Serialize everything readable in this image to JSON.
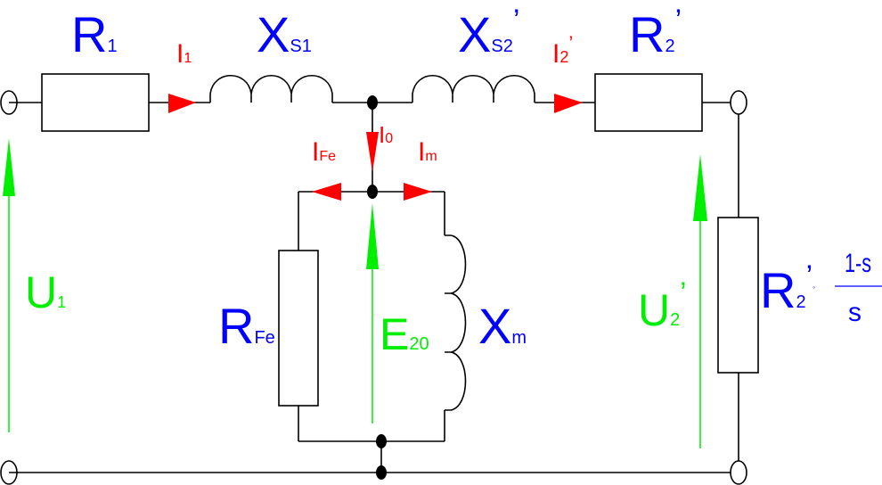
{
  "colors": {
    "component_labels": "#0000ff",
    "currents": "#ff0000",
    "voltages": "#00ee00",
    "wires": "#000000"
  },
  "components": {
    "r1": {
      "main": "R",
      "sub": "1"
    },
    "xs1": {
      "main": "X",
      "sub": "S1"
    },
    "xs2": {
      "main": "X",
      "sub": "S2",
      "prime": "’"
    },
    "r2": {
      "main": "R",
      "sub": "2",
      "prime": "’"
    },
    "rfe": {
      "main": "R",
      "sub": "Fe"
    },
    "xm": {
      "main": "X",
      "sub": "m"
    },
    "load": {
      "main": "R",
      "sub": "2",
      "prime": "’",
      "dot": "◦",
      "numerator": "1-s",
      "denominator": "s"
    }
  },
  "currents": {
    "i1": {
      "main": "I",
      "sub": "1"
    },
    "i2": {
      "main": "I",
      "sub": "2",
      "prime": "’"
    },
    "i0": {
      "main": "I",
      "sub": "0"
    },
    "ife": {
      "main": "I",
      "sub": "Fe"
    },
    "im": {
      "main": "I",
      "sub": "m"
    }
  },
  "voltages": {
    "u1": {
      "main": "U",
      "sub": "1"
    },
    "u2": {
      "main": "U",
      "sub": "2",
      "prime": "’"
    },
    "e20": {
      "main": "E",
      "sub": "20"
    }
  }
}
